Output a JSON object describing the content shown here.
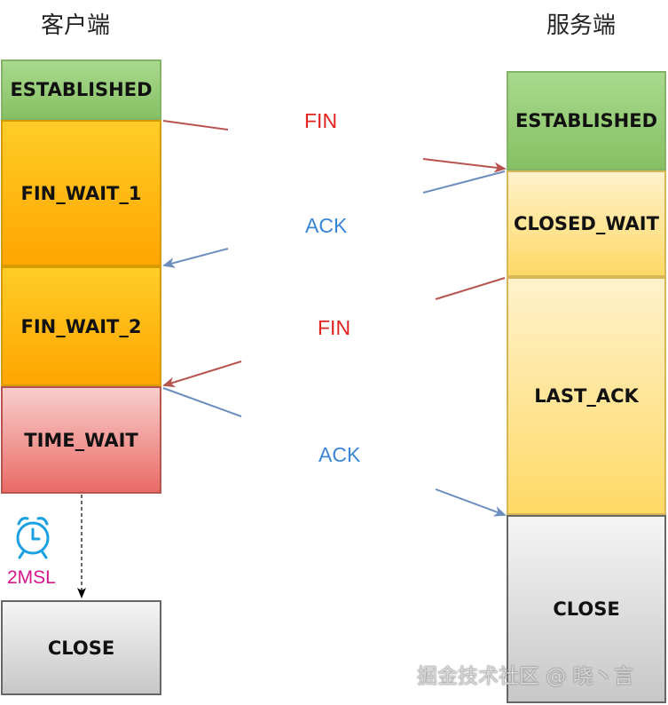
{
  "client": {
    "title": "客户端",
    "states": [
      "ESTABLISHED",
      "FIN_WAIT_1",
      "FIN_WAIT_2",
      "TIME_WAIT",
      "CLOSE"
    ]
  },
  "server": {
    "title": "服务端",
    "states": [
      "ESTABLISHED",
      "CLOSED_WAIT",
      "LAST_ACK",
      "CLOSE"
    ]
  },
  "messages": [
    "FIN",
    "ACK",
    "FIN",
    "ACK"
  ],
  "timer_label": "2MSL",
  "watermark": "掘金技术社区 @ 晓丶言",
  "colors": {
    "fin": "#e0231e",
    "ack": "#3a86d6",
    "timer": "#d6158a",
    "fin_arrow": "#b85450",
    "ack_arrow": "#6c8ebf"
  }
}
